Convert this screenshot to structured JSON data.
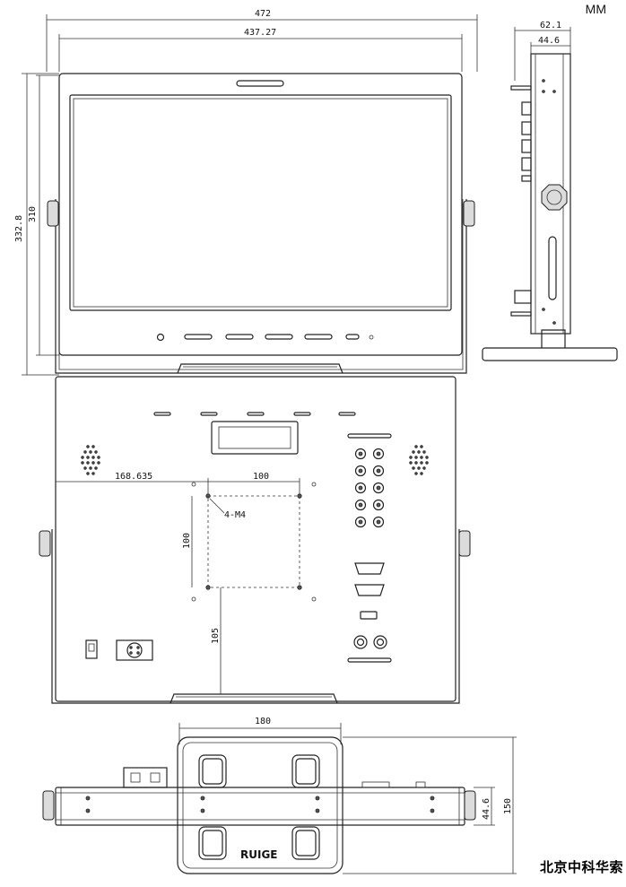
{
  "unit_label": "MM",
  "brand_text": "北京中科华索",
  "logo_text": "RUIGE",
  "front_view": {
    "width_total": "472",
    "width_inner": "437.27",
    "height_total": "332.8",
    "height_panel": "310"
  },
  "side_view": {
    "depth_total": "62.1",
    "depth_body": "44.6"
  },
  "rear_view": {
    "offset_x": "168.635",
    "vesa_h": "100",
    "vesa_v": "100",
    "vesa_from_bottom": "105",
    "screw_label": "4-M4"
  },
  "top_view": {
    "stand_width": "180",
    "body_depth": "44.6",
    "stand_depth": "150"
  }
}
